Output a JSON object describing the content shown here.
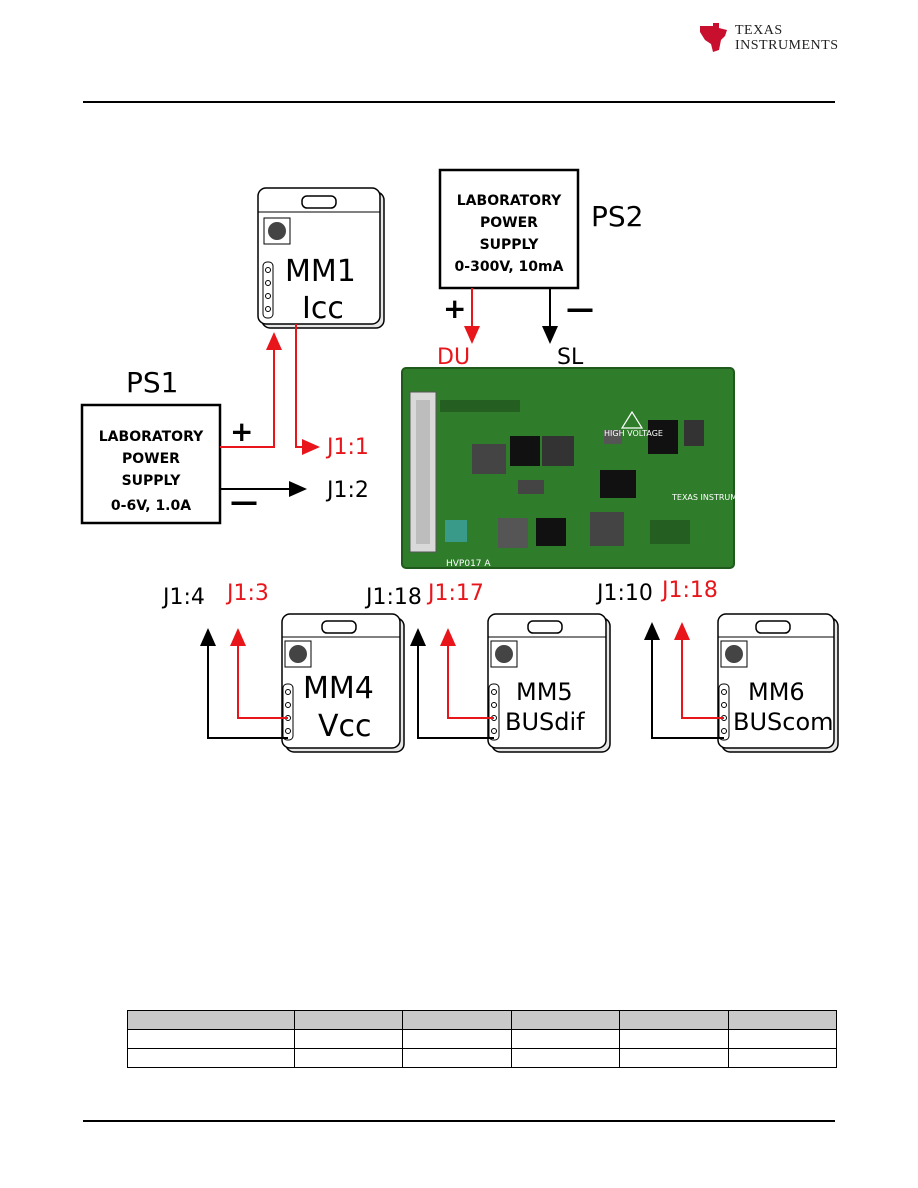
{
  "header": {
    "logo_line1": "TEXAS",
    "logo_line2": "INSTRUMENTS"
  },
  "diagram": {
    "ps1": {
      "title": "PS1",
      "line1": "LABORATORY",
      "line2": "POWER",
      "line3": "SUPPLY",
      "line4": "0-6V, 1.0A",
      "plus": "+",
      "minus": "—"
    },
    "ps2": {
      "title": "PS2",
      "line1": "LABORATORY",
      "line2": "POWER",
      "line3": "SUPPLY",
      "line4": "0-300V, 10mA",
      "plus": "+",
      "minus": "—"
    },
    "mm1": {
      "line1": "MM1",
      "line2": "Icc"
    },
    "mm4": {
      "line1": "MM4",
      "line2": "Vcc"
    },
    "mm5": {
      "line1": "MM5",
      "line2": "BUSdif"
    },
    "mm6": {
      "line1": "MM6",
      "line2": "BUScom"
    },
    "labels": {
      "j1_1": "J1:1",
      "j1_2": "J1:2",
      "du": "DU",
      "sl": "SL",
      "j1_4": "J1:4",
      "j1_3": "J1:3",
      "j1_18a": "J1:18",
      "j1_17": "J1:17",
      "j1_10": "J1:10",
      "j1_18b": "J1:18"
    },
    "pcb": {
      "warning": "HIGH VOLTAGE",
      "ti": "TEXAS INSTRUMENTS",
      "board": "HVP017 A"
    },
    "colors": {
      "red": "#e8161b",
      "pcb_green": "#2f7d2a",
      "pcb_dark": "#1f5a1c"
    }
  },
  "table": {
    "columns": 6,
    "rows": 2
  }
}
